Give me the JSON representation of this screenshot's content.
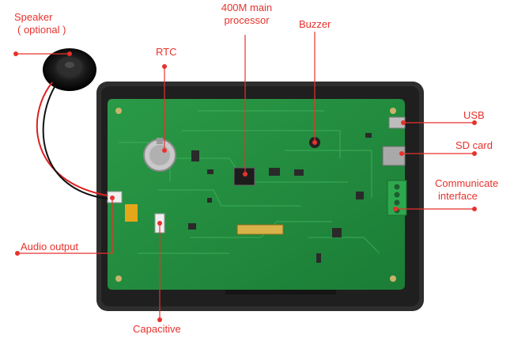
{
  "labels": {
    "speaker_line1": "Speaker",
    "speaker_line2": "( optional )",
    "rtc": "RTC",
    "processor_line1": "400M main",
    "processor_line2": "processor",
    "buzzer": "Buzzer",
    "usb": "USB",
    "sd_card": "SD card",
    "communicate_line1": "Communicate",
    "communicate_line2": "interface",
    "audio_output": "Audio output",
    "capacitive": "Capacitive"
  },
  "colors": {
    "callout": "#e8322d",
    "board": "#1f8a3c",
    "bezel": "#2b2b2b"
  }
}
